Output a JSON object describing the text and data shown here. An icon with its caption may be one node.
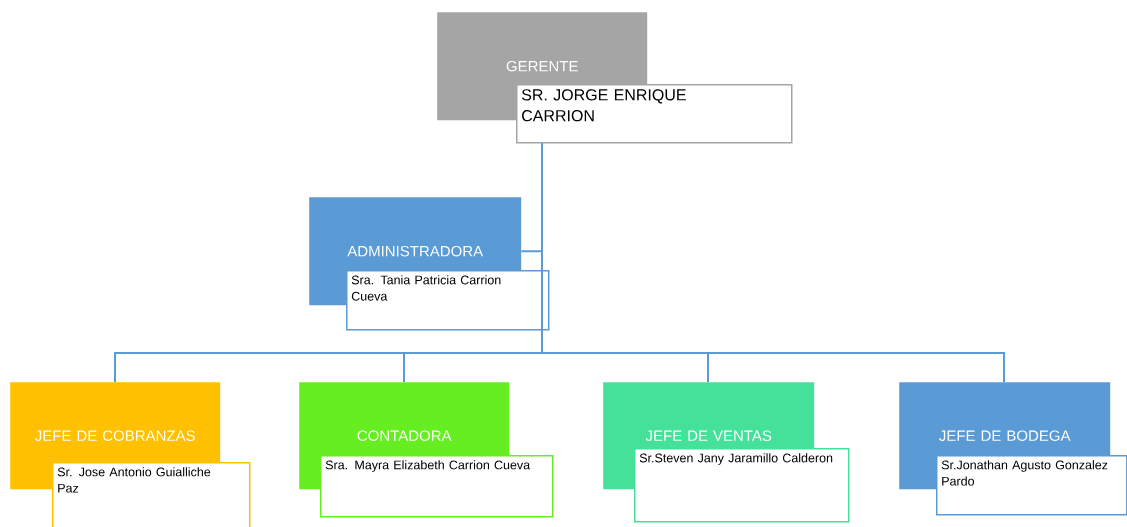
{
  "diagram": {
    "nodes": [
      {
        "text": [
          "GERENTE",
          "SR. JORGE ENRIQUE CARRION"
        ]
      },
      {
        "text": [
          "ADMINISTRADORA",
          "Sra. Tania Patricia Carrion Cueva"
        ]
      },
      {
        "text": [
          "JEFE DE COBRANZAS",
          "Sr. Jose Antonio Guialliche Paz"
        ]
      },
      {
        "text": [
          "CONTADORA",
          "Sra. Mayra Elizabeth Carrion Cueva"
        ]
      },
      {
        "text": [
          "JEFE DE VENTAS",
          "Sr.Steven Jany Jaramillo Calderon"
        ]
      },
      {
        "text": [
          "JEFE DE BODEGA",
          "Sr.Jonathan Agusto Gonzalez Pardo"
        ]
      }
    ],
    "edges": [
      {
        "from": 0,
        "to": 1,
        "arrow": "none"
      },
      {
        "from": 0,
        "to": 2,
        "arrow": "none"
      },
      {
        "from": 0,
        "to": 3,
        "arrow": "none"
      },
      {
        "from": 0,
        "to": 4,
        "arrow": "none"
      },
      {
        "from": 0,
        "to": 5,
        "arrow": "none"
      }
    ]
  }
}
